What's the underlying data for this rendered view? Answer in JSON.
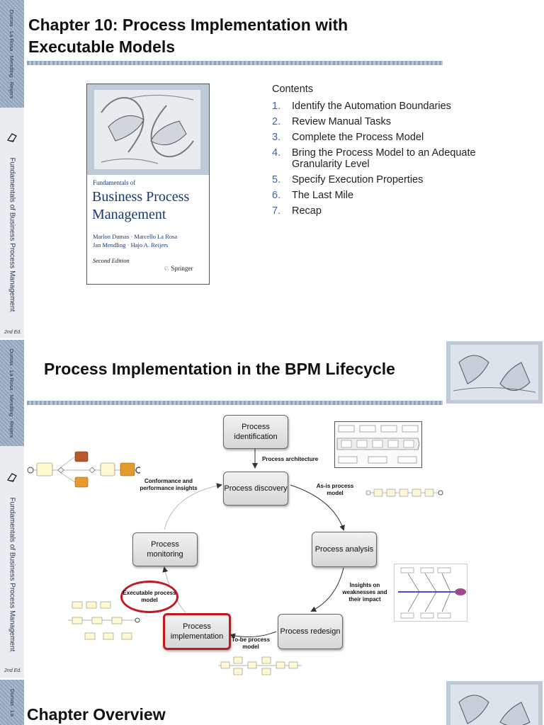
{
  "sidebar": {
    "authors": "Dumas · La Rosa · Mendling · Reijers",
    "book_title": "Fundamentals of Business Process Management",
    "edition": "2nd Ed."
  },
  "slide1": {
    "title_line1": "Chapter 10: Process Implementation with",
    "title_line2": "Executable Models",
    "book_cover": {
      "series": "Fundamentals of",
      "title_line1": "Business Process",
      "title_line2": "Management",
      "authors_line1": "Marlon Dumas · Marcello La Rosa",
      "authors_line2": "Jan Mendling · Hajo A. Reijers",
      "edition": "Second Edition",
      "publisher": "Springer"
    },
    "contents_heading": "Contents",
    "contents": [
      {
        "num": "1.",
        "text": "Identify the Automation Boundaries"
      },
      {
        "num": "2.",
        "text": "Review Manual Tasks"
      },
      {
        "num": "3.",
        "text": "Complete the Process Model"
      },
      {
        "num": "4.",
        "text": "Bring the Process Model to an Adequate Granularity Level"
      },
      {
        "num": "5.",
        "text": "Specify Execution Properties"
      },
      {
        "num": "6.",
        "text": "The Last Mile"
      },
      {
        "num": "7.",
        "text": "Recap"
      }
    ]
  },
  "slide2": {
    "title": "Process Implementation in the BPM Lifecycle",
    "nodes": {
      "identification": "Process identification",
      "discovery": "Process discovery",
      "analysis": "Process analysis",
      "redesign": "Process redesign",
      "implementation": "Process implementation",
      "monitoring": "Process monitoring"
    },
    "labels": {
      "architecture": "Process architecture",
      "asis": "As-is process model",
      "insights": "Insights on weaknesses and their impact",
      "tobe": "To-be process model",
      "executable": "Executable process model",
      "conformance": "Conformance and performance insights"
    }
  },
  "slide3": {
    "title": "Chapter Overview"
  },
  "colors": {
    "highlight": "#c0191f",
    "accent_number": "#3a66b0",
    "sidebar_texture": "#9aadc2"
  }
}
